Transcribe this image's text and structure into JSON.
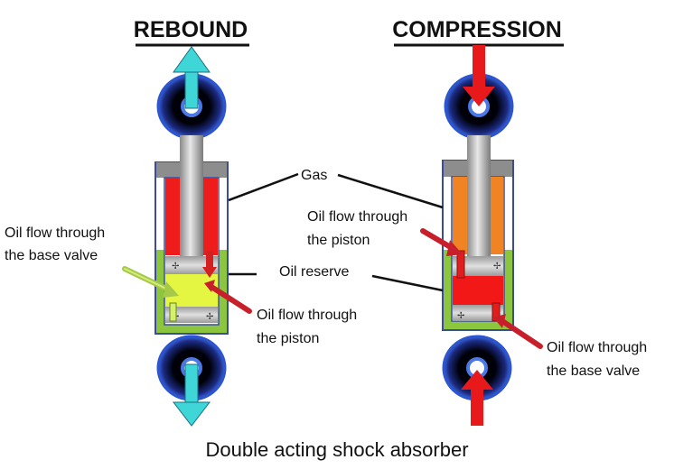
{
  "titles": {
    "rebound": "REBOUND",
    "compression": "COMPRESSION"
  },
  "labels": {
    "gas": "Gas",
    "oil_reserve": "Oil reserve",
    "left_base_valve": [
      "Oil flow through",
      "the base valve"
    ],
    "left_piston": [
      "Oil flow through",
      "the piston"
    ],
    "right_piston": [
      "Oil flow through",
      "the piston"
    ],
    "right_base_valve": [
      "Oil flow through",
      "the base valve"
    ]
  },
  "caption": "Double acting shock absorber",
  "colors": {
    "rebound_arrow": "#3fd6d8",
    "compression_arrow": "#e8191b",
    "rebound_gas": "#ef1c1c",
    "compression_gas": "#f08424",
    "oil_reserve": "#8cc63f",
    "rebound_chamber_oil": "#e4f542",
    "compression_chamber_oil": "#f21818",
    "base_valve_arrow_left": "#a6c94a",
    "flow_arrow": "#c8202a",
    "eye_outer": "#2a4fc0",
    "eye_inner": "#0a0a14"
  }
}
